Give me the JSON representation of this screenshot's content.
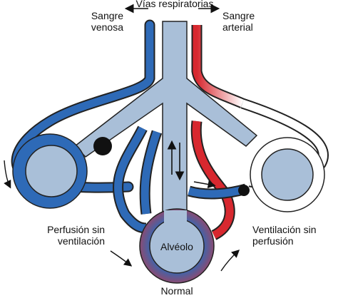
{
  "labels": {
    "airways": "Vías respiratorias",
    "venous_line1": "Sangre",
    "venous_line2": "venosa",
    "arterial_line1": "Sangre",
    "arterial_line2": "arterial",
    "perfusion_line1": "Perfusión sin",
    "perfusion_line2": "ventilación",
    "ventilation_line1": "Ventilación sin",
    "ventilation_line2": "perfusión",
    "alveolus": "Alvéolo",
    "normal": "Normal"
  },
  "colors": {
    "venous": "#2e6ab7",
    "arterial": "#d7282f",
    "airway": "#a9bfd8",
    "outline": "#222222",
    "obstruction": "#111111"
  },
  "icons": [
    "arrow-left-icon",
    "arrow-right-icon",
    "bidirectional-arrow-icon",
    "curved-arrow-icon",
    "obstruction-dot-icon"
  ]
}
